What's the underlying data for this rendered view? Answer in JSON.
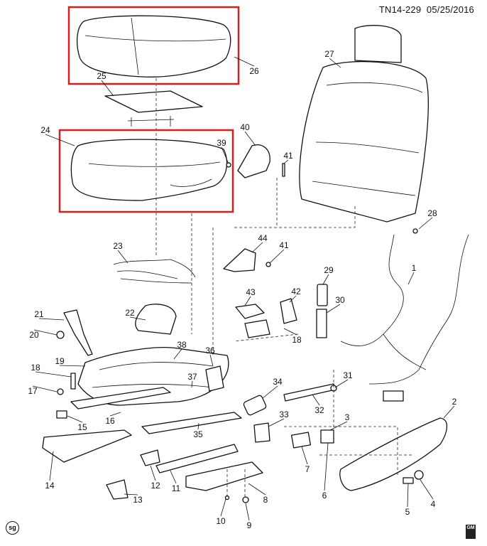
{
  "header": {
    "doc_id": "TN14-229",
    "date": "05/25/2016"
  },
  "logo_left": "sg",
  "logo_right": "GM",
  "highlight_color": "#d42020",
  "callouts": [
    "26",
    "25",
    "24",
    "40",
    "39",
    "41",
    "27",
    "28",
    "23",
    "44",
    "41",
    "1",
    "29",
    "30",
    "43",
    "42",
    "22",
    "21",
    "20",
    "38",
    "36",
    "18",
    "19",
    "18",
    "34",
    "31",
    "17",
    "37",
    "32",
    "33",
    "3",
    "2",
    "16",
    "15",
    "35",
    "7",
    "14",
    "12",
    "11",
    "6",
    "8",
    "13",
    "5",
    "4",
    "10",
    "9"
  ]
}
